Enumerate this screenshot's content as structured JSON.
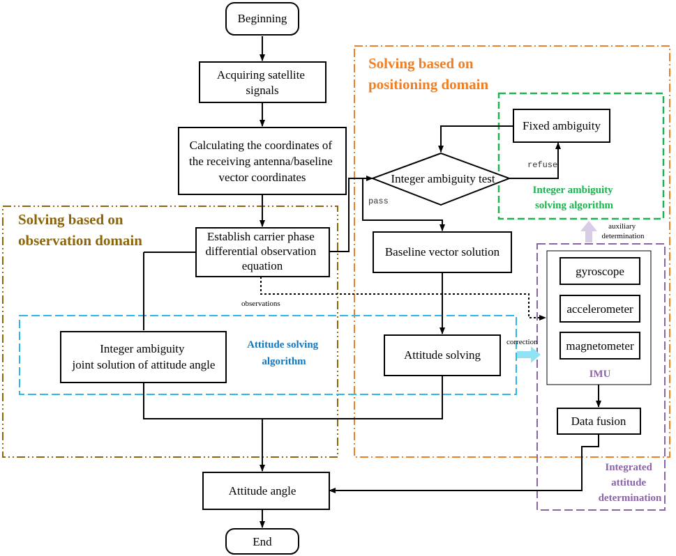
{
  "nodes": {
    "beginning": "Beginning",
    "acquiring": [
      "Acquiring satellite",
      "signals"
    ],
    "calculating": [
      "Calculating the coordinates of",
      "the receiving antenna/baseline",
      "vector coordinates"
    ],
    "establish": [
      "Establish carrier phase",
      "differential observation",
      "equation"
    ],
    "integer_test": "Integer ambiguity test",
    "fixed_ambiguity": "Fixed ambiguity",
    "baseline_solution": "Baseline vector solution",
    "attitude_solving": "Attitude solving",
    "joint_solution": [
      "Integer ambiguity",
      "joint solution of attitude angle"
    ],
    "gyroscope": "gyroscope",
    "accelerometer": "accelerometer",
    "magnetometer": "magnetometer",
    "imu": "IMU",
    "data_fusion": "Data fusion",
    "attitude_angle": "Attitude angle",
    "end": "End"
  },
  "edge_labels": {
    "refuse": "refuse",
    "pass": "pass",
    "observations": "observations",
    "correction": "correction",
    "auxiliary": [
      "auxiliary",
      "determination"
    ]
  },
  "regions": {
    "observation_domain": [
      "Solving based on",
      "observation domain"
    ],
    "positioning_domain": [
      "Solving based on",
      "positioning domain"
    ],
    "integer_algorithm": [
      "Integer ambiguity",
      "solving algorithm"
    ],
    "attitude_algorithm": [
      "Attitude solving",
      "algorithm"
    ],
    "integrated": [
      "Integrated",
      "attitude",
      "determination"
    ]
  },
  "colors": {
    "observation_domain": "#8B6508",
    "positioning_domain": "#F07F22",
    "integer_algorithm": "#1DB24F",
    "attitude_algorithm": "#29B6E8",
    "attitude_algorithm_text": "#1577BB",
    "integrated": "#8A64A6",
    "auxiliary_arrow": "#D9CCE6",
    "correction_arrow": "#8FE3F5"
  }
}
